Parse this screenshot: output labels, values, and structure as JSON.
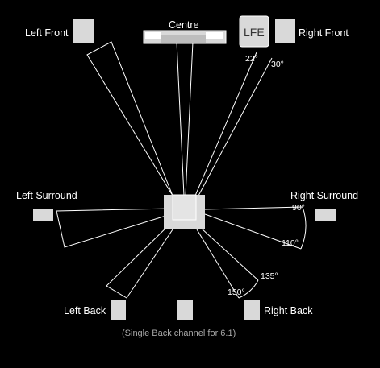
{
  "speakers": {
    "left_front": "Left Front",
    "centre": "Centre",
    "lfe": "LFE",
    "right_front": "Right Front",
    "left_surround": "Left Surround",
    "right_surround": "Right Surround",
    "left_back": "Left Back",
    "right_back": "Right Back"
  },
  "angles": {
    "a22": "22°",
    "a30": "30°",
    "a90": "90°",
    "a110": "110°",
    "a135": "135°",
    "a150": "150°"
  },
  "note": "(Single Back channel for 6.1)",
  "colors": {
    "background": "#000000",
    "speaker": "#d9d9d9",
    "line": "#ffffff"
  }
}
